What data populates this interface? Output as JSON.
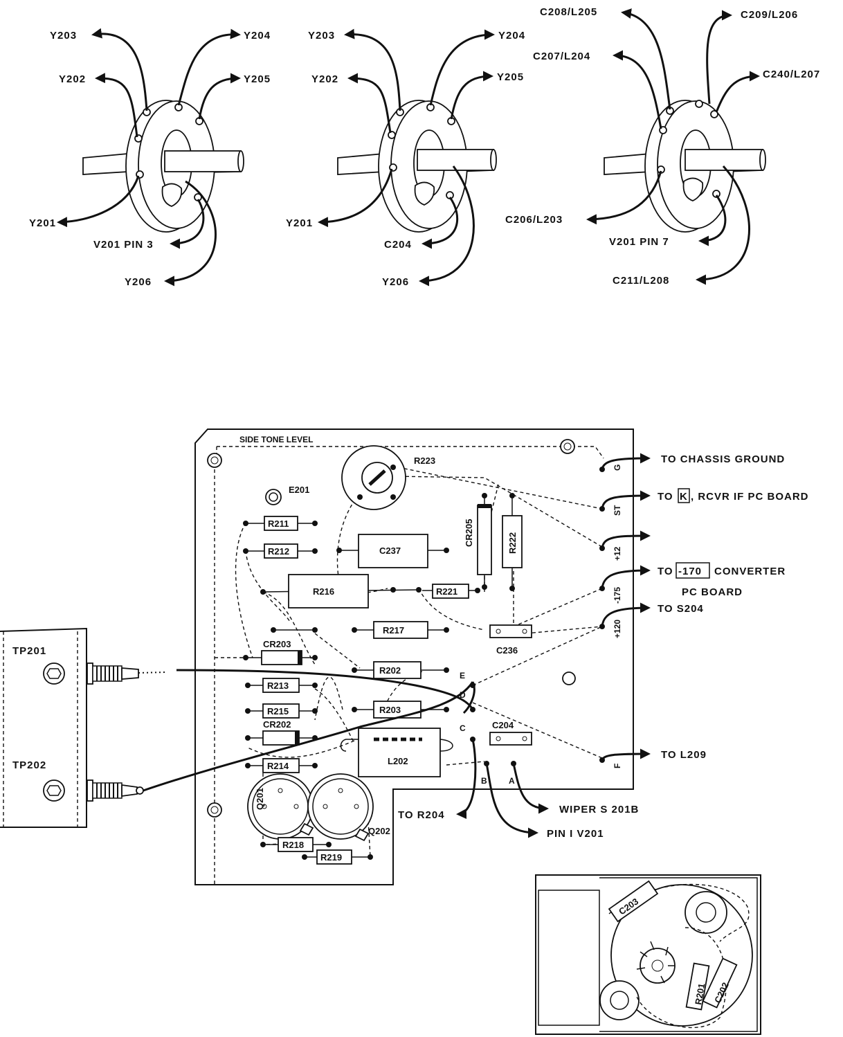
{
  "switch_wafers": [
    {
      "id": "wafer-1",
      "labels": [
        "Y203",
        "Y204",
        "Y202",
        "Y205",
        "Y201",
        "V201 PIN 3",
        "Y206"
      ]
    },
    {
      "id": "wafer-2",
      "labels": [
        "Y203",
        "Y204",
        "Y202",
        "Y205",
        "Y201",
        "C204",
        "Y206"
      ]
    },
    {
      "id": "wafer-3",
      "labels": [
        "C208/L205",
        "C209/L206",
        "C207/L204",
        "C240/L207",
        "C206/L203",
        "V201 PIN 7",
        "C211/L208"
      ]
    }
  ],
  "board": {
    "title": "SIDE TONE LEVEL",
    "components": {
      "r223": "R223",
      "e201": "E201",
      "r211": "R211",
      "r212": "R212",
      "c237": "C237",
      "cr205": "CR205",
      "r222": "R222",
      "r216": "R216",
      "r221": "R221",
      "r217": "R217",
      "c236": "C236",
      "cr203": "CR203",
      "r202": "R202",
      "r213": "R213",
      "r215": "R215",
      "r203": "R203",
      "cr202": "CR202",
      "l202": "L202",
      "c204": "C204",
      "r214": "R214",
      "q201": "Q201",
      "q202": "Q202",
      "r218": "R218",
      "r219": "R219"
    },
    "terminals": {
      "g": "G",
      "st": "ST",
      "p12": "+12",
      "m175": "-175",
      "p120": "+120",
      "f": "F",
      "e": "E",
      "d": "D",
      "c": "C",
      "b": "B",
      "a": "A"
    },
    "connections": {
      "chassis": "TO CHASSIS GROUND",
      "rcvr_to": "TO",
      "rcvr_box": "K",
      "rcvr_rest": ", RCVR IF PC BOARD",
      "conv_to": "TO",
      "conv_box": "-170",
      "conv_rest": "CONVERTER",
      "conv_line2": "PC BOARD",
      "s204": "TO S204",
      "l209": "TO L209",
      "wiper": "WIPER S 201B",
      "pin1": "PIN I V201",
      "r204": "TO R204"
    }
  },
  "test_points": [
    "TP201",
    "TP202"
  ],
  "inset": {
    "labels": [
      "C203",
      "R201",
      "C202"
    ]
  }
}
